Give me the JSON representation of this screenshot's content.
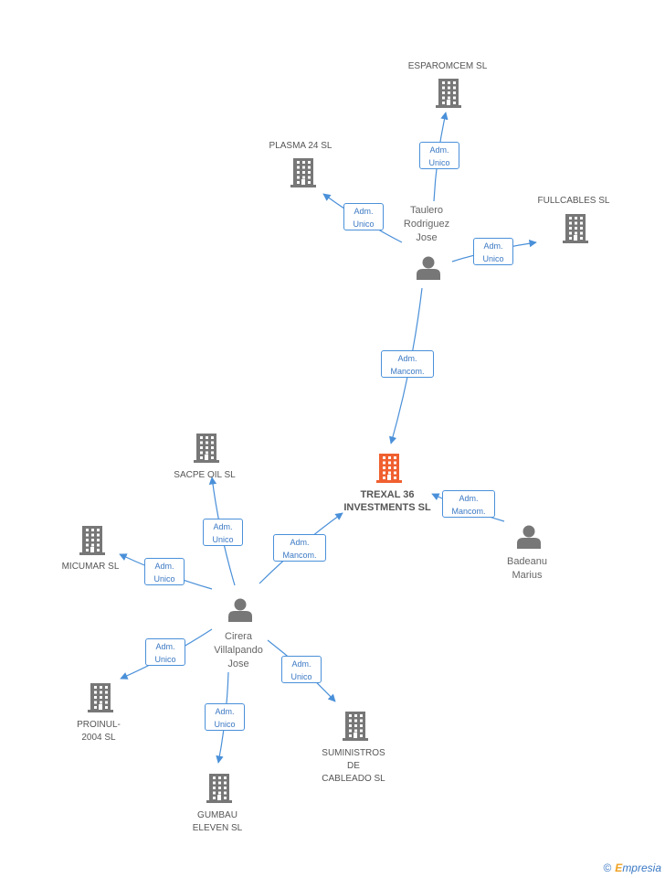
{
  "colors": {
    "company": "#777777",
    "main_company": "#f06030",
    "person": "#777777",
    "edge": "#4a90d9"
  },
  "companies": [
    {
      "id": "esparomcem",
      "lines": [
        "ESPAROMCEM SL"
      ]
    },
    {
      "id": "plasma24",
      "lines": [
        "PLASMA 24 SL"
      ]
    },
    {
      "id": "fullcables",
      "lines": [
        "FULLCABLES  SL"
      ]
    },
    {
      "id": "trexal",
      "lines": [
        "TREXAL 36",
        "INVESTMENTS SL"
      ],
      "main": true
    },
    {
      "id": "sacpe",
      "lines": [
        "SACPE OIL SL"
      ]
    },
    {
      "id": "micumar",
      "lines": [
        "MICUMAR SL"
      ]
    },
    {
      "id": "proinul",
      "lines": [
        "PROINUL-",
        "2004 SL"
      ]
    },
    {
      "id": "gumbau",
      "lines": [
        "GUMBAU",
        "ELEVEN  SL"
      ]
    },
    {
      "id": "suministros",
      "lines": [
        "SUMINISTROS",
        "DE",
        "CABLEADO  SL"
      ]
    }
  ],
  "persons": [
    {
      "id": "taulero",
      "lines": [
        "Taulero",
        "Rodriguez",
        "Jose"
      ]
    },
    {
      "id": "badeanu",
      "lines": [
        "Badeanu",
        "Marius"
      ]
    },
    {
      "id": "cirera",
      "lines": [
        "Cirera",
        "Villalpando",
        "Jose"
      ]
    }
  ],
  "edges": [
    {
      "id": "taulero-esparomcem",
      "lines": [
        "Adm.",
        "Unico"
      ]
    },
    {
      "id": "taulero-plasma24",
      "lines": [
        "Adm.",
        "Unico"
      ]
    },
    {
      "id": "taulero-fullcables",
      "lines": [
        "Adm.",
        "Unico"
      ]
    },
    {
      "id": "taulero-trexal",
      "lines": [
        "Adm.",
        "Mancom."
      ]
    },
    {
      "id": "badeanu-trexal",
      "lines": [
        "Adm.",
        "Mancom."
      ]
    },
    {
      "id": "cirera-trexal",
      "lines": [
        "Adm.",
        "Mancom."
      ]
    },
    {
      "id": "cirera-sacpe",
      "lines": [
        "Adm.",
        "Unico"
      ]
    },
    {
      "id": "cirera-micumar",
      "lines": [
        "Adm.",
        "Unico"
      ]
    },
    {
      "id": "cirera-proinul",
      "lines": [
        "Adm.",
        "Unico"
      ]
    },
    {
      "id": "cirera-gumbau",
      "lines": [
        "Adm.",
        "Unico"
      ]
    },
    {
      "id": "cirera-suministros",
      "lines": [
        "Adm.",
        "Unico"
      ]
    }
  ],
  "watermark": {
    "copyright": "©",
    "brand_initial": "E",
    "brand_rest": "mpresia"
  }
}
